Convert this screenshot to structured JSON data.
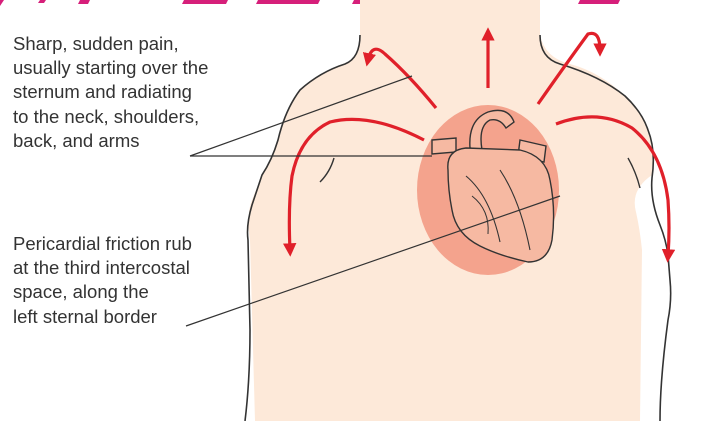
{
  "callouts": {
    "pain": [
      "Sharp, sudden pain,",
      "usually starting over the",
      "sternum and radiating",
      "to the neck, shoulders,",
      "back, and arms"
    ],
    "friction_rub": [
      "Pericardial friction rub",
      "at the third intercostal",
      "space, along the",
      "left sternal border"
    ]
  },
  "colors": {
    "skin": "#fde9d9",
    "outline": "#333333",
    "pain_arrow": "#e0202a",
    "heart_glow": "#f4a38d",
    "heart": "#f6b9a2",
    "title_magenta": "#d61f7a"
  },
  "icons": {
    "heart": "heart-illustration",
    "arrow": "pain-radiation-arrow"
  }
}
